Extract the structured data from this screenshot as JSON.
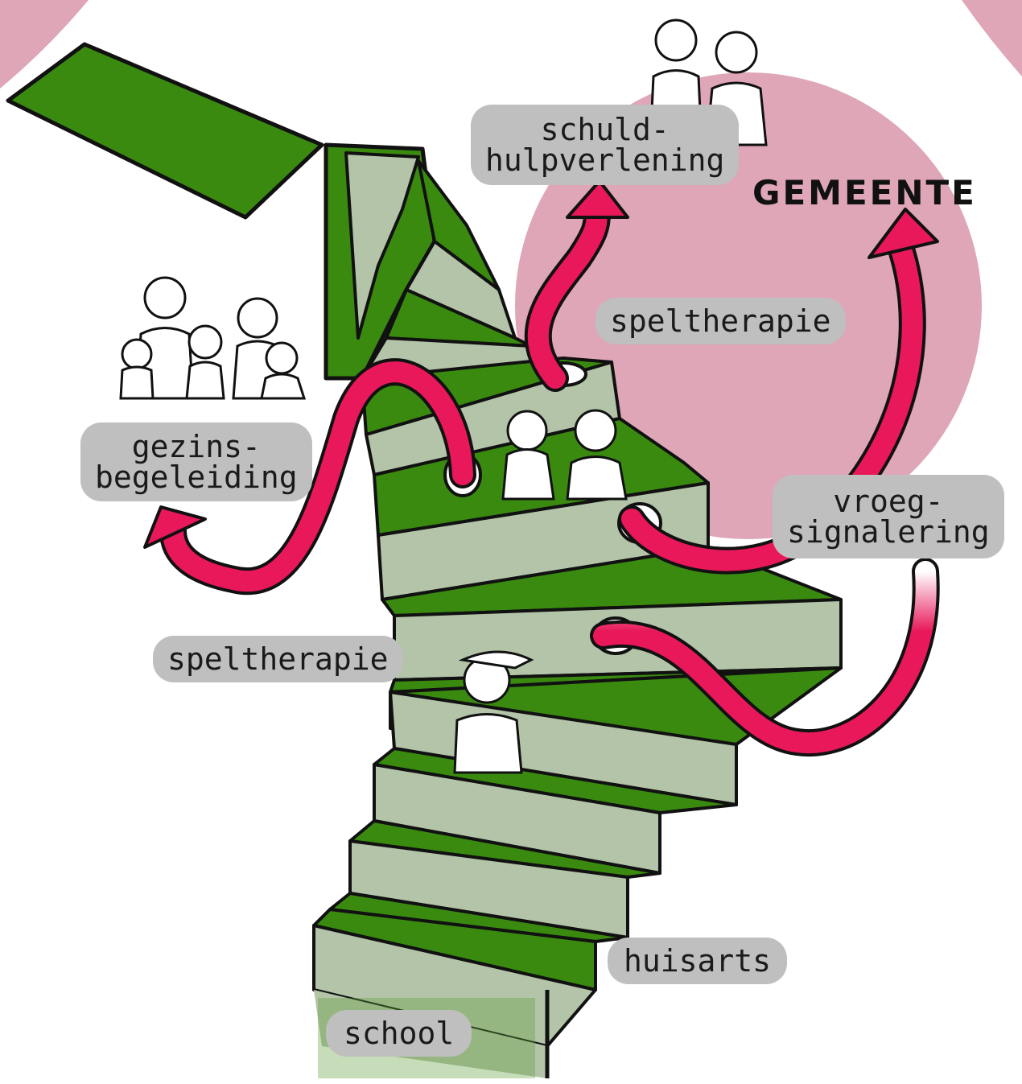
{
  "title": "GEMEENTE",
  "labels": {
    "schuldhulp_line1": "schuld-",
    "schuldhulp_line2": "hulpverlening",
    "speltherapie_top": "speltherapie",
    "gezins_line1": "gezins-",
    "gezins_line2": "begeleiding",
    "vroeg_line1": "vroeg-",
    "vroeg_line2": "signalering",
    "speltherapie_left": "speltherapie",
    "huisarts": "huisarts",
    "school": "school"
  },
  "colors": {
    "step_top": "#3a8a10",
    "step_riser": "#b3c4a8",
    "pink_circle": "#dfa6b8",
    "arrow": "#e8185a",
    "pill": "#bfbfbf",
    "outline": "#111111"
  },
  "icons": [
    "family-of-four-icon",
    "parents-couple-icon",
    "children-pair-icon",
    "child-with-cap-icon"
  ]
}
